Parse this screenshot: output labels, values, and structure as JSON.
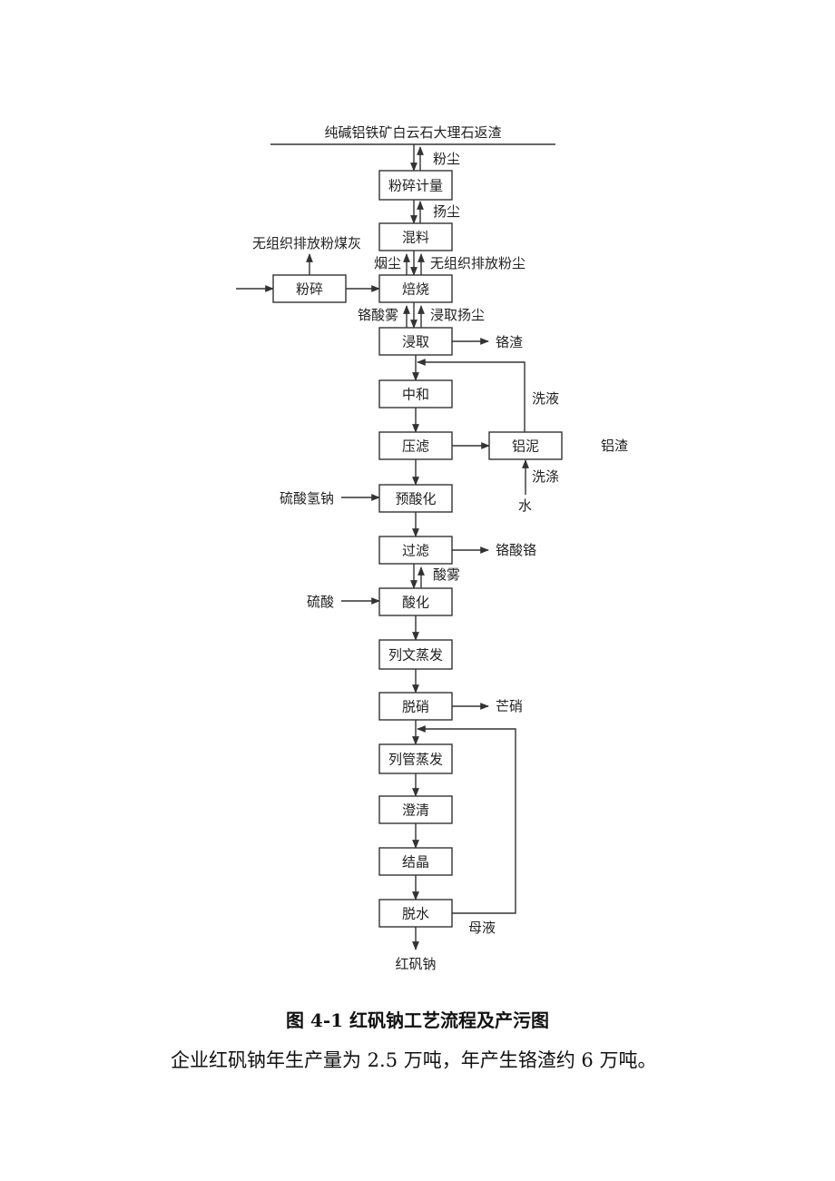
{
  "diagram": {
    "raw_materials": "纯碱铝铁矿白云石大理石返渣",
    "steps": {
      "crush_measure": "粉碎计量",
      "mix": "混料",
      "roast": "焙烧",
      "crush_side": "粉碎",
      "leach": "浸取",
      "neutralize": "中和",
      "press_filter": "压滤",
      "aluminum_mud": "铝泥",
      "pre_acidify": "预酸化",
      "filter": "过滤",
      "acidify": "酸化",
      "evaporate1": "列文蒸发",
      "denitrate": "脱硝",
      "evaporate2": "列管蒸发",
      "clarify": "澄清",
      "crystallize": "结晶",
      "dewater": "脱水"
    },
    "labels": {
      "dust1": "粉尘",
      "dust2": "扬尘",
      "unorg_coal_ash": "无组织排放粉煤灰",
      "smoke_dust": "烟尘",
      "unorg_dust": "无组织排放粉尘",
      "chromate_mist": "铬酸雾",
      "leach_dust": "浸取扬尘",
      "chrome_slag": "铬渣",
      "wash_liquid": "洗液",
      "aluminum_slag": "铝渣",
      "washing": "洗涤",
      "water": "水",
      "sodium_bisulfate": "硫酸氢钠",
      "chromium_chromate": "铬酸铬",
      "acid_mist": "酸雾",
      "sulfuric_acid": "硫酸",
      "mirabilite": "芒硝",
      "mother_liquor": "母液",
      "product": "红矾钠"
    }
  },
  "caption": "图 4-1 红矾钠工艺流程及产污图",
  "summary": "企业红矾钠年生产量为 2.5 万吨，年产生铬渣约 6 万吨。"
}
